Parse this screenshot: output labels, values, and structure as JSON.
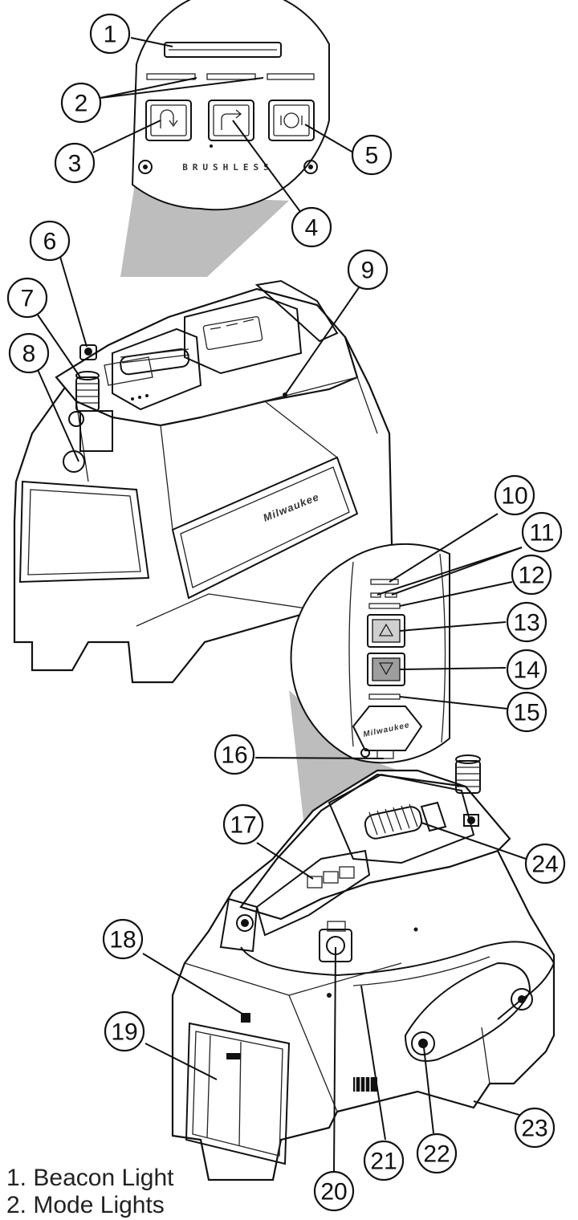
{
  "brand_text": "Milwaukee",
  "panel_label": "BRUSHLESS",
  "callouts": [
    {
      "n": "1"
    },
    {
      "n": "2"
    },
    {
      "n": "3"
    },
    {
      "n": "4"
    },
    {
      "n": "5"
    },
    {
      "n": "6"
    },
    {
      "n": "7"
    },
    {
      "n": "8"
    },
    {
      "n": "9"
    },
    {
      "n": "10"
    },
    {
      "n": "11"
    },
    {
      "n": "12"
    },
    {
      "n": "13"
    },
    {
      "n": "14"
    },
    {
      "n": "15"
    },
    {
      "n": "16"
    },
    {
      "n": "17"
    },
    {
      "n": "18"
    },
    {
      "n": "19"
    },
    {
      "n": "20"
    },
    {
      "n": "21"
    },
    {
      "n": "22"
    },
    {
      "n": "23"
    },
    {
      "n": "24"
    }
  ],
  "legend": [
    {
      "number": "1.",
      "label": "Beacon Light"
    },
    {
      "number": "2.",
      "label": "Mode Lights"
    }
  ]
}
